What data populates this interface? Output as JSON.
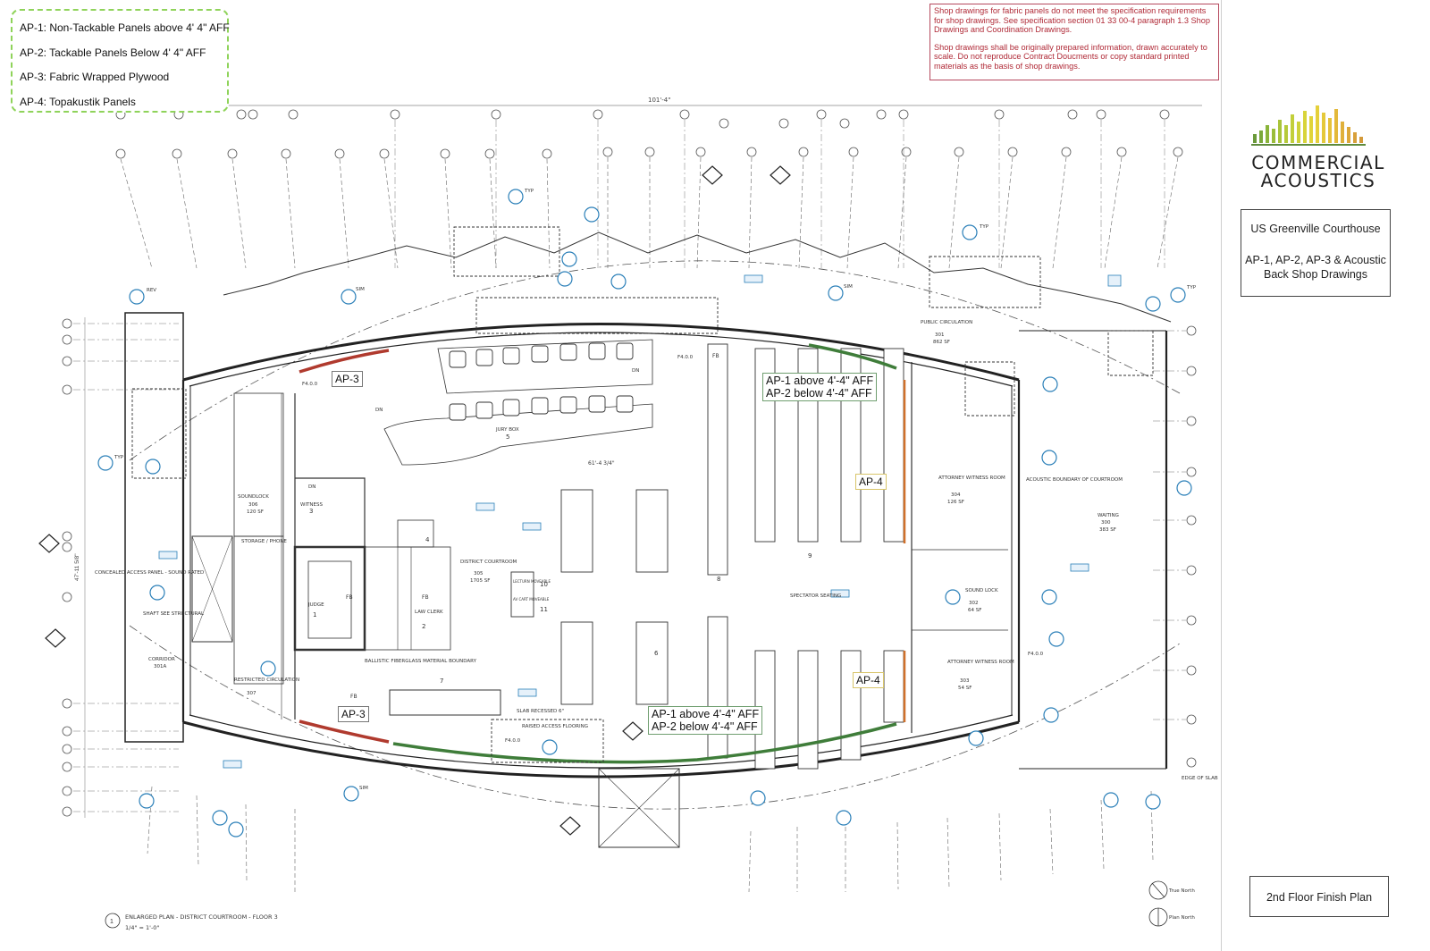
{
  "legend": {
    "items": [
      "AP-1: Non-Tackable Panels above 4' 4\" AFF",
      "AP-2: Tackable Panels Below 4' 4\" AFF",
      "AP-3: Fabric Wrapped Plywood",
      "AP-4: Topakustik Panels"
    ]
  },
  "note": {
    "p1": "Shop drawings for fabric panels do not meet the specification requirements for shop drawings. See specification section 01 33 00-4 paragraph 1.3 Shop Drawings and Coordination Drawings.",
    "p2": "Shop drawings shall be originally prepared information, drawn accurately to scale. Do not reproduce Contract Doucments or copy standard printed materials as the basis of shop drawings."
  },
  "logo": {
    "line1": "COMMERCIAL",
    "line2": "ACOUSTICS"
  },
  "title_block": {
    "project": "US Greenville Courthouse",
    "description": "AP-1, AP-2, AP-3 & Acoustic Back Shop Drawings",
    "plan_name": "2nd Floor Finish Plan"
  },
  "annotations": {
    "ap3": "AP-3",
    "ap4": "AP-4",
    "ap1_above": "AP-1 above 4'-4\" AFF",
    "ap2_below": "AP-2 below 4'-4\" AFF"
  },
  "plan_labels": {
    "dim_overall": "101'-4\"",
    "dim_inner": "61'-4 3/4\"",
    "dim_vertical": "47'-11 5/8\"",
    "jury_box": "JURY BOX",
    "jury_num": "5",
    "district_courtroom": "DISTRICT COURTROOM",
    "courtroom_no": "305",
    "courtroom_sf": "1705 SF",
    "judge": "JUDGE",
    "judge_num": "1",
    "witness": "WITNESS",
    "witness_num": "3",
    "law_clerk": "LAW CLERK",
    "law_clerk_num": "2",
    "spectator": "SPECTATOR SEATING",
    "spectator_num": "9",
    "attorney_304": "ATTORNEY WITNESS ROOM",
    "attorney_304_no": "304",
    "attorney_304_sf": "126 SF",
    "attorney_303": "ATTORNEY WITNESS ROOM",
    "attorney_303_no": "303",
    "attorney_303_sf": "54 SF",
    "sound_lock_302": "SOUND LOCK",
    "sound_lock_302_no": "302",
    "sound_lock_302_sf": "64 SF",
    "waiting": "WAITING",
    "waiting_no": "300",
    "waiting_sf": "383 SF",
    "public_circ": "PUBLIC CIRCULATION",
    "public_circ_no": "301",
    "public_circ_sf": "862 SF",
    "soundlock_306": "SOUNDLOCK",
    "soundlock_306_no": "306",
    "soundlock_306_sf": "120 SF",
    "storage": "STORAGE / PHONE",
    "corridor": "CORRIDOR",
    "corridor_no": "301A",
    "restricted": "RESTRICTED CIRCULATION",
    "restricted_no": "307",
    "shaft": "SHAFT SEE STRUCTURAL",
    "concealed": "CONCEALED ACCESS PANEL - SOUND RATED",
    "acoustic_boundary": "ACOUSTIC BOUNDARY OF COURTROOM",
    "ballistic": "BALLISTIC FIBERGLASS MATERIAL BOUNDARY",
    "slab_recessed": "SLAB RECESSED 6\"",
    "raised_access": "RAISED ACCESS FLOORING",
    "edge_of_slab": "EDGE OF SLAB",
    "lectern": "LECTURN MOVEABLE",
    "av_cart": "AV CART MOVEABLE",
    "num_10": "10",
    "num_11": "11",
    "num_4": "4",
    "num_6": "6",
    "num_7": "7",
    "num_8": "8",
    "fb": "FB",
    "f4": "F4.0.0",
    "dn": "DN",
    "typ": "TYP",
    "sim": "SIM",
    "rev": "REV",
    "true_north": "True North",
    "plan_north": "Plan North",
    "caption_num": "1",
    "caption": "ENLARGED PLAN - DISTRICT COURTROOM - FLOOR 3",
    "scale": "1/4\" = 1'-0\""
  },
  "colors": {
    "ap3_red": "#b03a2e",
    "ap1_green": "#3f7d3a",
    "ap4_orange": "#d0702a",
    "note_red": "#b02a37",
    "legend_green": "#8fd35a",
    "tag_blue": "#2a7fb8"
  },
  "icons": [
    "section-tag-icon",
    "north-arrow-icon",
    "grid-bubble-icon",
    "logo-bars-icon"
  ]
}
